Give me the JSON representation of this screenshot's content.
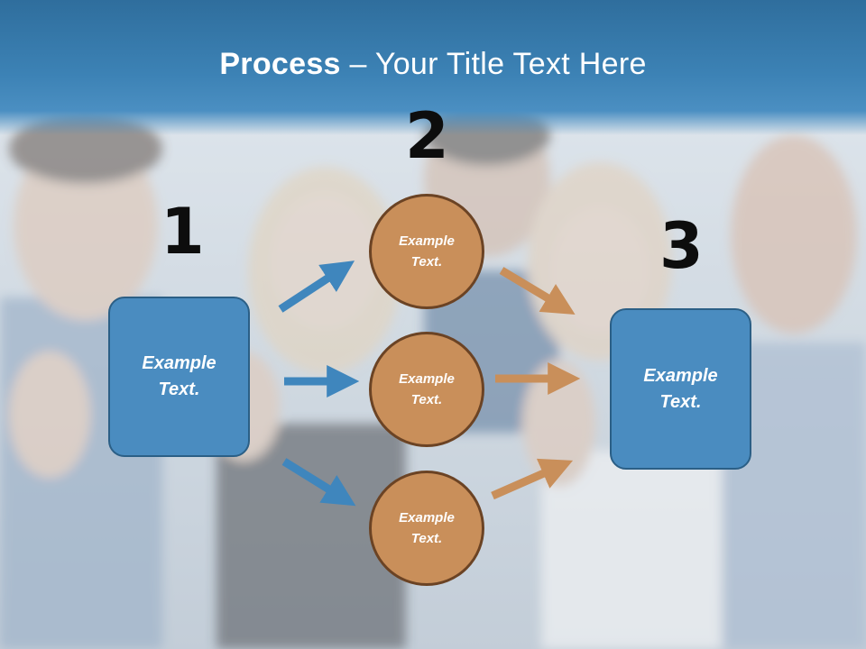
{
  "slide": {
    "title_bold": "Process",
    "title_rest": " – Your Title Text Here"
  },
  "steps": {
    "one": "1",
    "two": "2",
    "three": "3"
  },
  "left_box": {
    "line1": "Example",
    "line2": "Text."
  },
  "right_box": {
    "line1": "Example",
    "line2": "Text."
  },
  "circles": [
    {
      "line1": "Example",
      "line2": "Text."
    },
    {
      "line1": "Example",
      "line2": "Text."
    },
    {
      "line1": "Example",
      "line2": "Text."
    }
  ],
  "colors": {
    "header": "#3c82b5",
    "box_fill": "#4a8cc0",
    "circle_fill": "#c98f5a",
    "blue_arrow": "#3f86bd",
    "orange_arrow": "#c98f5a"
  }
}
